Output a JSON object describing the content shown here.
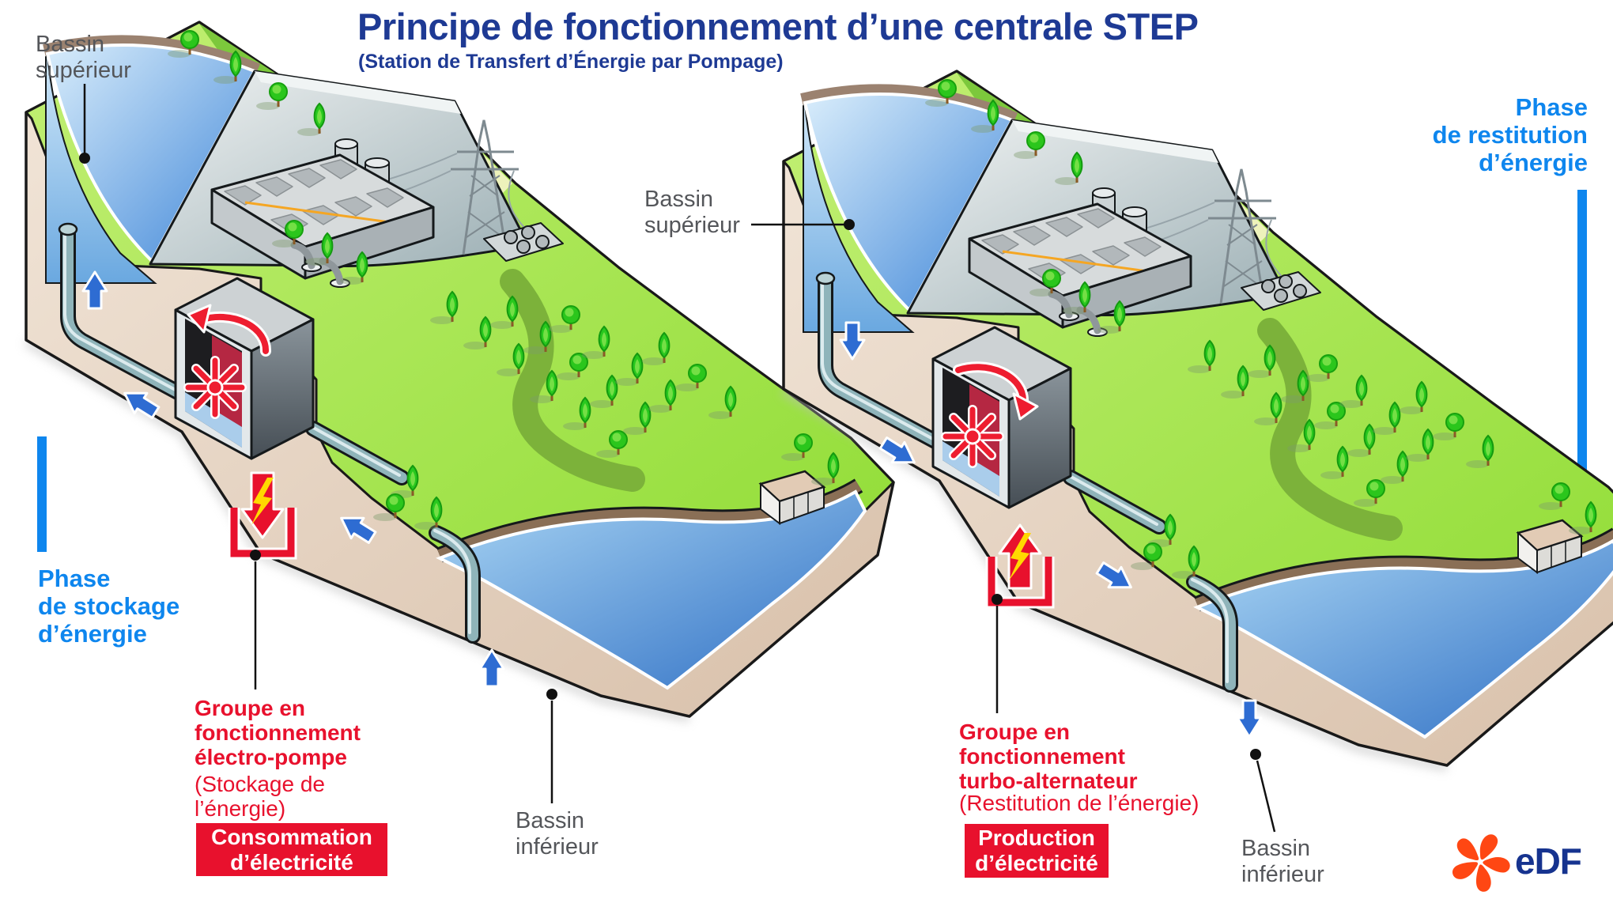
{
  "header": {
    "title": "Principe de fonctionnement d’une centrale STEP",
    "subtitle": "(Station de Transfert d’Énergie par Pompage)"
  },
  "left_scene": {
    "phase": {
      "l1": "Phase",
      "l2": "de stockage",
      "l3": "d’énergie"
    },
    "basin_upper": {
      "l1": "Bassin",
      "l2": "supérieur"
    },
    "basin_lower": {
      "l1": "Bassin",
      "l2": "inférieur"
    },
    "group": {
      "l1": "Groupe en",
      "l2": "fonctionnement",
      "l3": "électro-pompe"
    },
    "group_note": {
      "l1": "(Stockage de",
      "l2": "l’énergie)"
    },
    "badge": {
      "l1": "Consommation",
      "l2": "d’électricité"
    }
  },
  "right_scene": {
    "phase": {
      "l1": "Phase",
      "l2": "de restitution",
      "l3": "d’énergie"
    },
    "basin_upper": {
      "l1": "Bassin",
      "l2": "supérieur"
    },
    "basin_lower": {
      "l1": "Bassin",
      "l2": "inférieur"
    },
    "group": {
      "l1": "Groupe en",
      "l2": "fonctionnement",
      "l3": "turbo-alternateur"
    },
    "group_note": {
      "l1": "(Restitution de l’énergie)"
    },
    "badge": {
      "l1": "Production",
      "l2": "d’électricité"
    }
  },
  "logo": {
    "text": "eDF"
  },
  "colors": {
    "title_navy": "#1e3a94",
    "phase_blue": "#0e86ee",
    "edf_red": "#e8112d",
    "label_gray": "#54565a",
    "water_blue": "#4a8fd8",
    "grass_green": "#a6e24c",
    "terrain_tan": "#e6d4c2",
    "pipe_teal": "#8fb4ba",
    "flow_arrow_blue": "#2e6cd2",
    "logo_orange": "#ff4713",
    "lightning_yellow": "#ffd900"
  },
  "icons": {
    "edf_flame": "pinwheel-flame",
    "turbine_wheel": "8-spoke-star",
    "rotation_ccw": "curved-arrow-counterclockwise",
    "rotation_cw": "curved-arrow-clockwise",
    "electricity_consumption": "red-down-arrow-with-lightning",
    "electricity_production": "red-up-arrow-with-lightning",
    "water_flow": "blue-flow-arrow"
  }
}
